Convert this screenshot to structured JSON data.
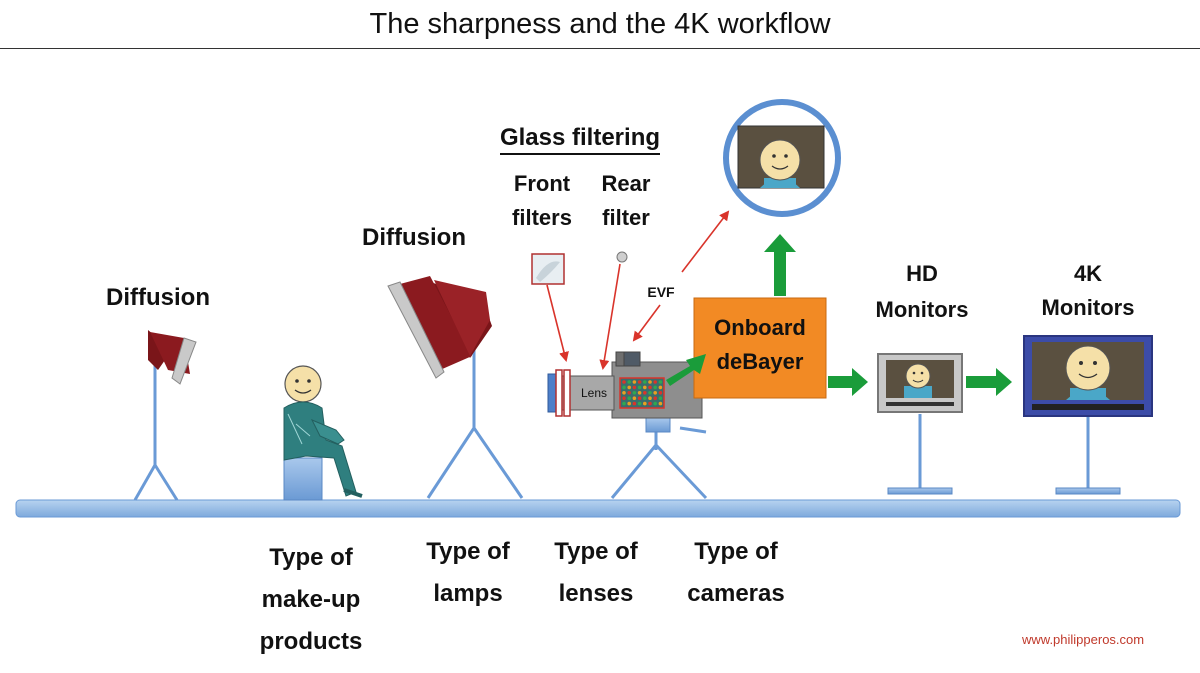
{
  "title": "The sharpness and the 4K workflow",
  "labels": {
    "glass_filtering": "Glass filtering",
    "front_filters_1": "Front",
    "front_filters_2": "filters",
    "rear_filter_1": "Rear",
    "rear_filter_2": "filter",
    "diffusion_left": "Diffusion",
    "diffusion_mid": "Diffusion",
    "evf": "EVF",
    "lens": "Lens",
    "debayer_1": "Onboard",
    "debayer_2": "deBayer",
    "hd_monitors_1": "HD",
    "hd_monitors_2": "Monitors",
    "k4_monitors_1": "4K",
    "k4_monitors_2": "Monitors"
  },
  "bottom": {
    "makeup": [
      "Type of",
      "make-up",
      "products"
    ],
    "lamps": [
      "Type of",
      "lamps"
    ],
    "lenses": [
      "Type of",
      "lenses"
    ],
    "cameras": [
      "Type of",
      "cameras"
    ]
  },
  "credit": "www.philipperos.com",
  "colors": {
    "floor": "#8fb8e3",
    "stand": "#6a9ad6",
    "lamp_red": "#8b1a1f",
    "lamp_rim": "#c9c9c9",
    "person": "#2f7f7f",
    "debayer": "#f28a24",
    "green_arrow": "#1a9c3a",
    "red_arrow": "#d9342b",
    "monitor_frame": "#3c4ca8",
    "camera_body": "#8e8e8e"
  }
}
